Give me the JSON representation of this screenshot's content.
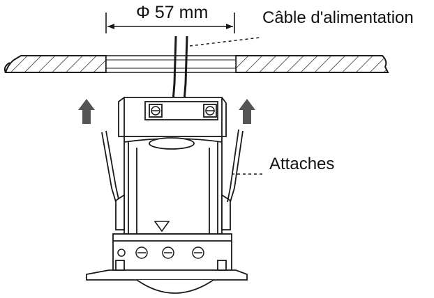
{
  "labels": {
    "dimension": "Φ 57 mm",
    "power_cable": "Câble d'alimentation",
    "clips": "Attaches"
  },
  "colors": {
    "line": "#1a1a1a",
    "arrow": "#555555",
    "background": "#ffffff"
  },
  "icons": {
    "hole_marker": "down-triangle-icon",
    "screws": "screw-icon",
    "arrows": "up-arrow-icon"
  }
}
